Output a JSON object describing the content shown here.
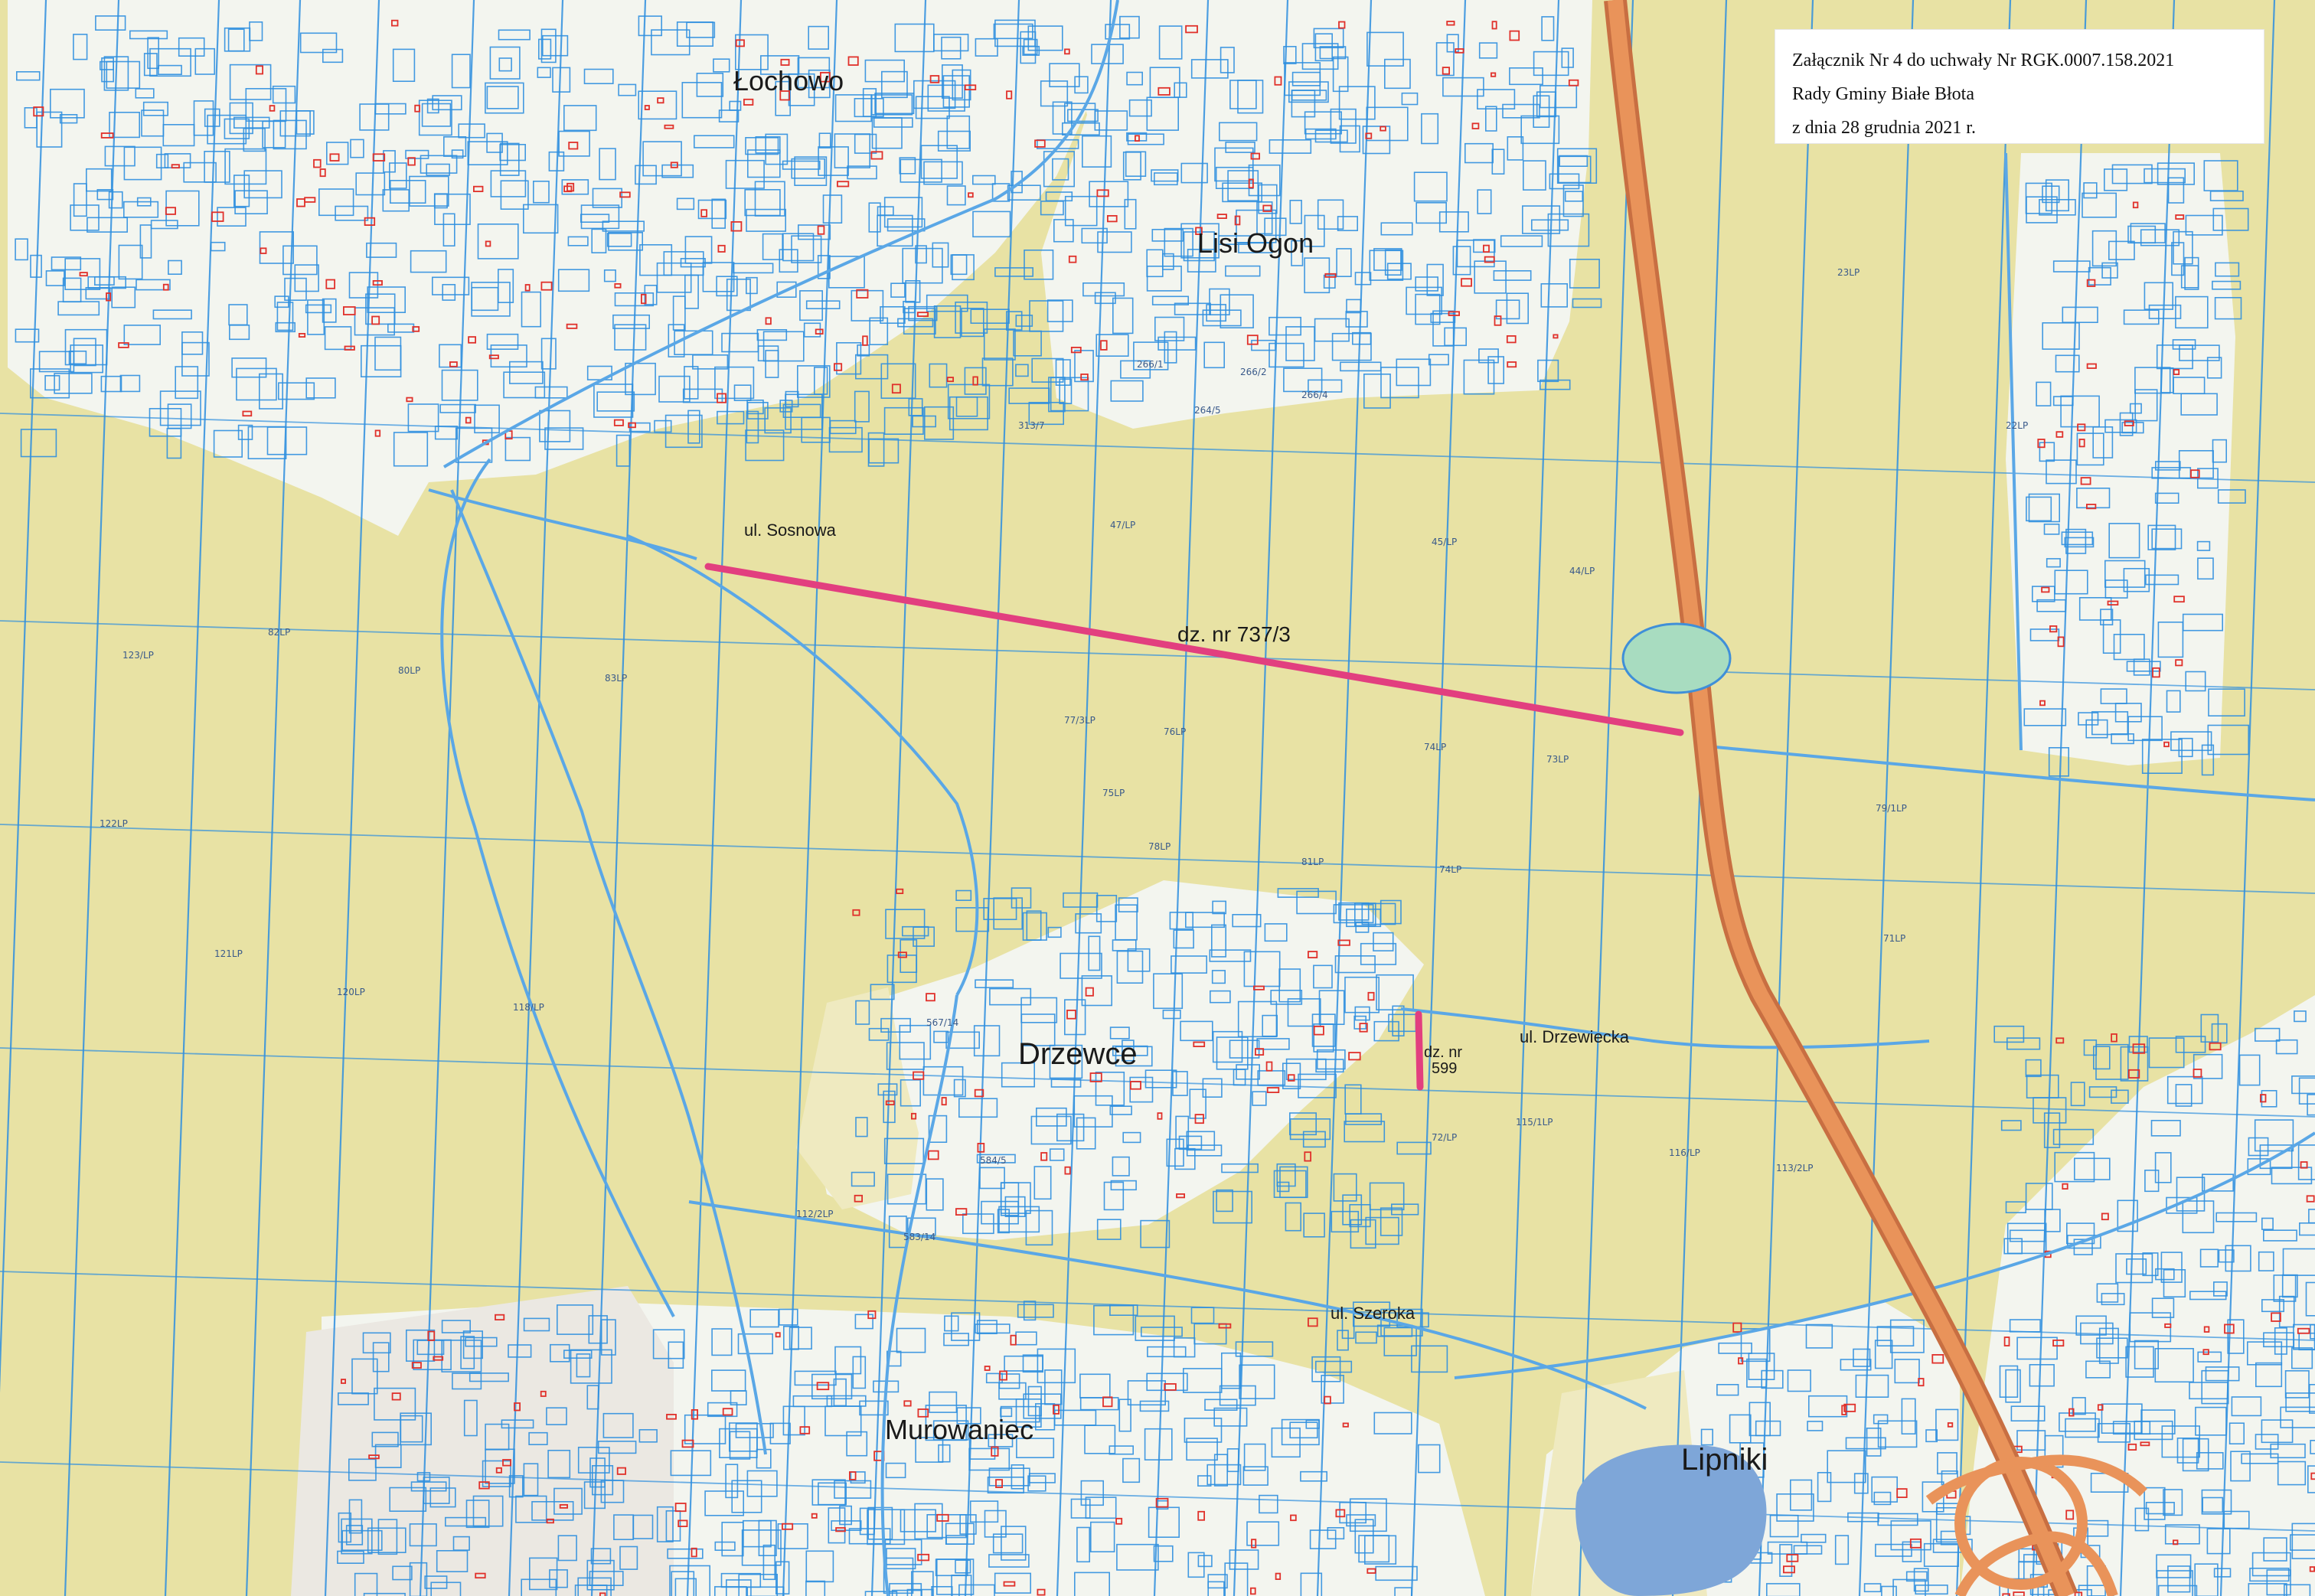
{
  "colors": {
    "field": "#e8e2a4",
    "field_light": "#efeac0",
    "settlement": "#f3f5ef",
    "parcel_line": "#2f8fdf",
    "building": "#e0312b",
    "highway": "#e9935a",
    "highway_edge": "#c86f42",
    "highlight": "#e23f7f",
    "lake": "#7ea6d8",
    "roundabout": "#c9dfe0"
  },
  "resolution_note": {
    "line1": "Załącznik Nr 4 do uchwały Nr RGK.0007.158.2021",
    "line2": "Rady Gminy Białe Błota",
    "line3": "z dnia 28 grudnia 2021 r."
  },
  "places": {
    "lochowo": "Łochowo",
    "lisi_ogon": "Lisi Ogon",
    "drzewce": "Drzewce",
    "murowaniec": "Murowaniec",
    "lipniki": "Lipniki"
  },
  "streets": {
    "sosnowa": "ul. Sosnowa",
    "drzewiecka": "ul. Drzewiecka",
    "szeroka": "ul. Szeroka"
  },
  "parcels": {
    "main": "dz. nr 737/3",
    "secondary_line1": "dz. nr",
    "secondary_line2": "599"
  },
  "parcel_numbers": [
    "47/LP",
    "45/LP",
    "44/LP",
    "77/3LP",
    "76LP",
    "74LP",
    "73LP",
    "78LP",
    "79/1LP",
    "72/LP",
    "115/1LP",
    "116/LP",
    "113/2LP",
    "112/2LP",
    "118/LP",
    "120LP",
    "121LP",
    "122LP",
    "123/LP",
    "82LP",
    "83LP",
    "80LP",
    "81LP",
    "74LP",
    "75LP",
    "71LP",
    "266/1",
    "266/2",
    "266/4",
    "264/5",
    "313/7",
    "583/14",
    "584/5",
    "567/14",
    "22LP",
    "23LP"
  ]
}
